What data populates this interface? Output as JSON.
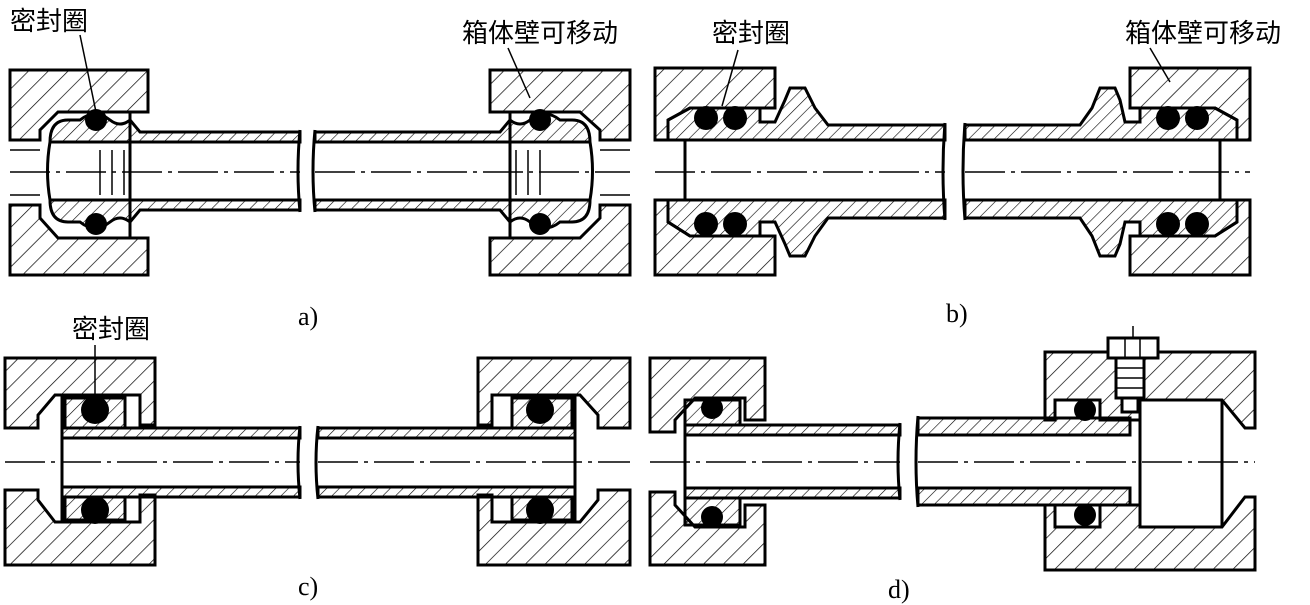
{
  "labels": {
    "a_seal": "密封圈",
    "a_wall": "箱体壁可移动",
    "b_seal": "密封圈",
    "b_wall": "箱体壁可移动",
    "c_seal": "密封圈"
  },
  "captions": {
    "a": "a)",
    "b": "b)",
    "c": "c)",
    "d": "d)"
  }
}
